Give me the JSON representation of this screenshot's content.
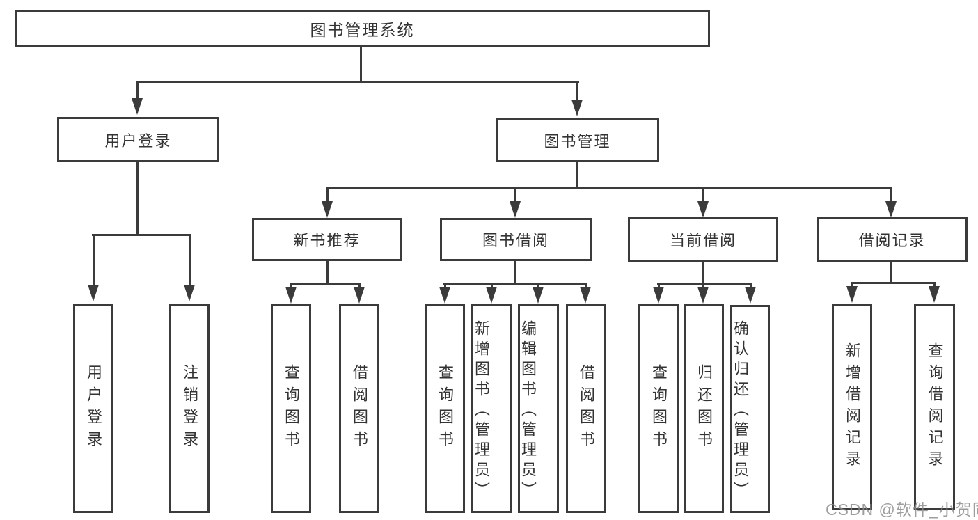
{
  "colors": {
    "line": "#3b3b3b",
    "text": "#333333",
    "background": "#ffffff",
    "watermark": "#8c8c8c"
  },
  "watermark": {
    "text": "CSDN @软件_小贺同学"
  },
  "diagram": {
    "root": {
      "label": "图书管理系统"
    },
    "branches": [
      {
        "label": "用户登录",
        "children": [
          {
            "label": "用户登录"
          },
          {
            "label": "注销登录"
          }
        ]
      },
      {
        "label": "图书管理",
        "children": [
          {
            "label": "新书推荐",
            "children": [
              {
                "label": "查询图书"
              },
              {
                "label": "借阅图书"
              }
            ]
          },
          {
            "label": "图书借阅",
            "children": [
              {
                "label": "查询图书"
              },
              {
                "label": "新增图书（管理员）"
              },
              {
                "label": "编辑图书（管理员）"
              },
              {
                "label": "借阅图书"
              }
            ]
          },
          {
            "label": "当前借阅",
            "children": [
              {
                "label": "查询图书"
              },
              {
                "label": "归还图书"
              },
              {
                "label": "确认归还（管理员）"
              }
            ]
          },
          {
            "label": "借阅记录",
            "children": [
              {
                "label": "新增借阅记录"
              },
              {
                "label": "查询借阅记录"
              }
            ]
          }
        ]
      }
    ]
  }
}
